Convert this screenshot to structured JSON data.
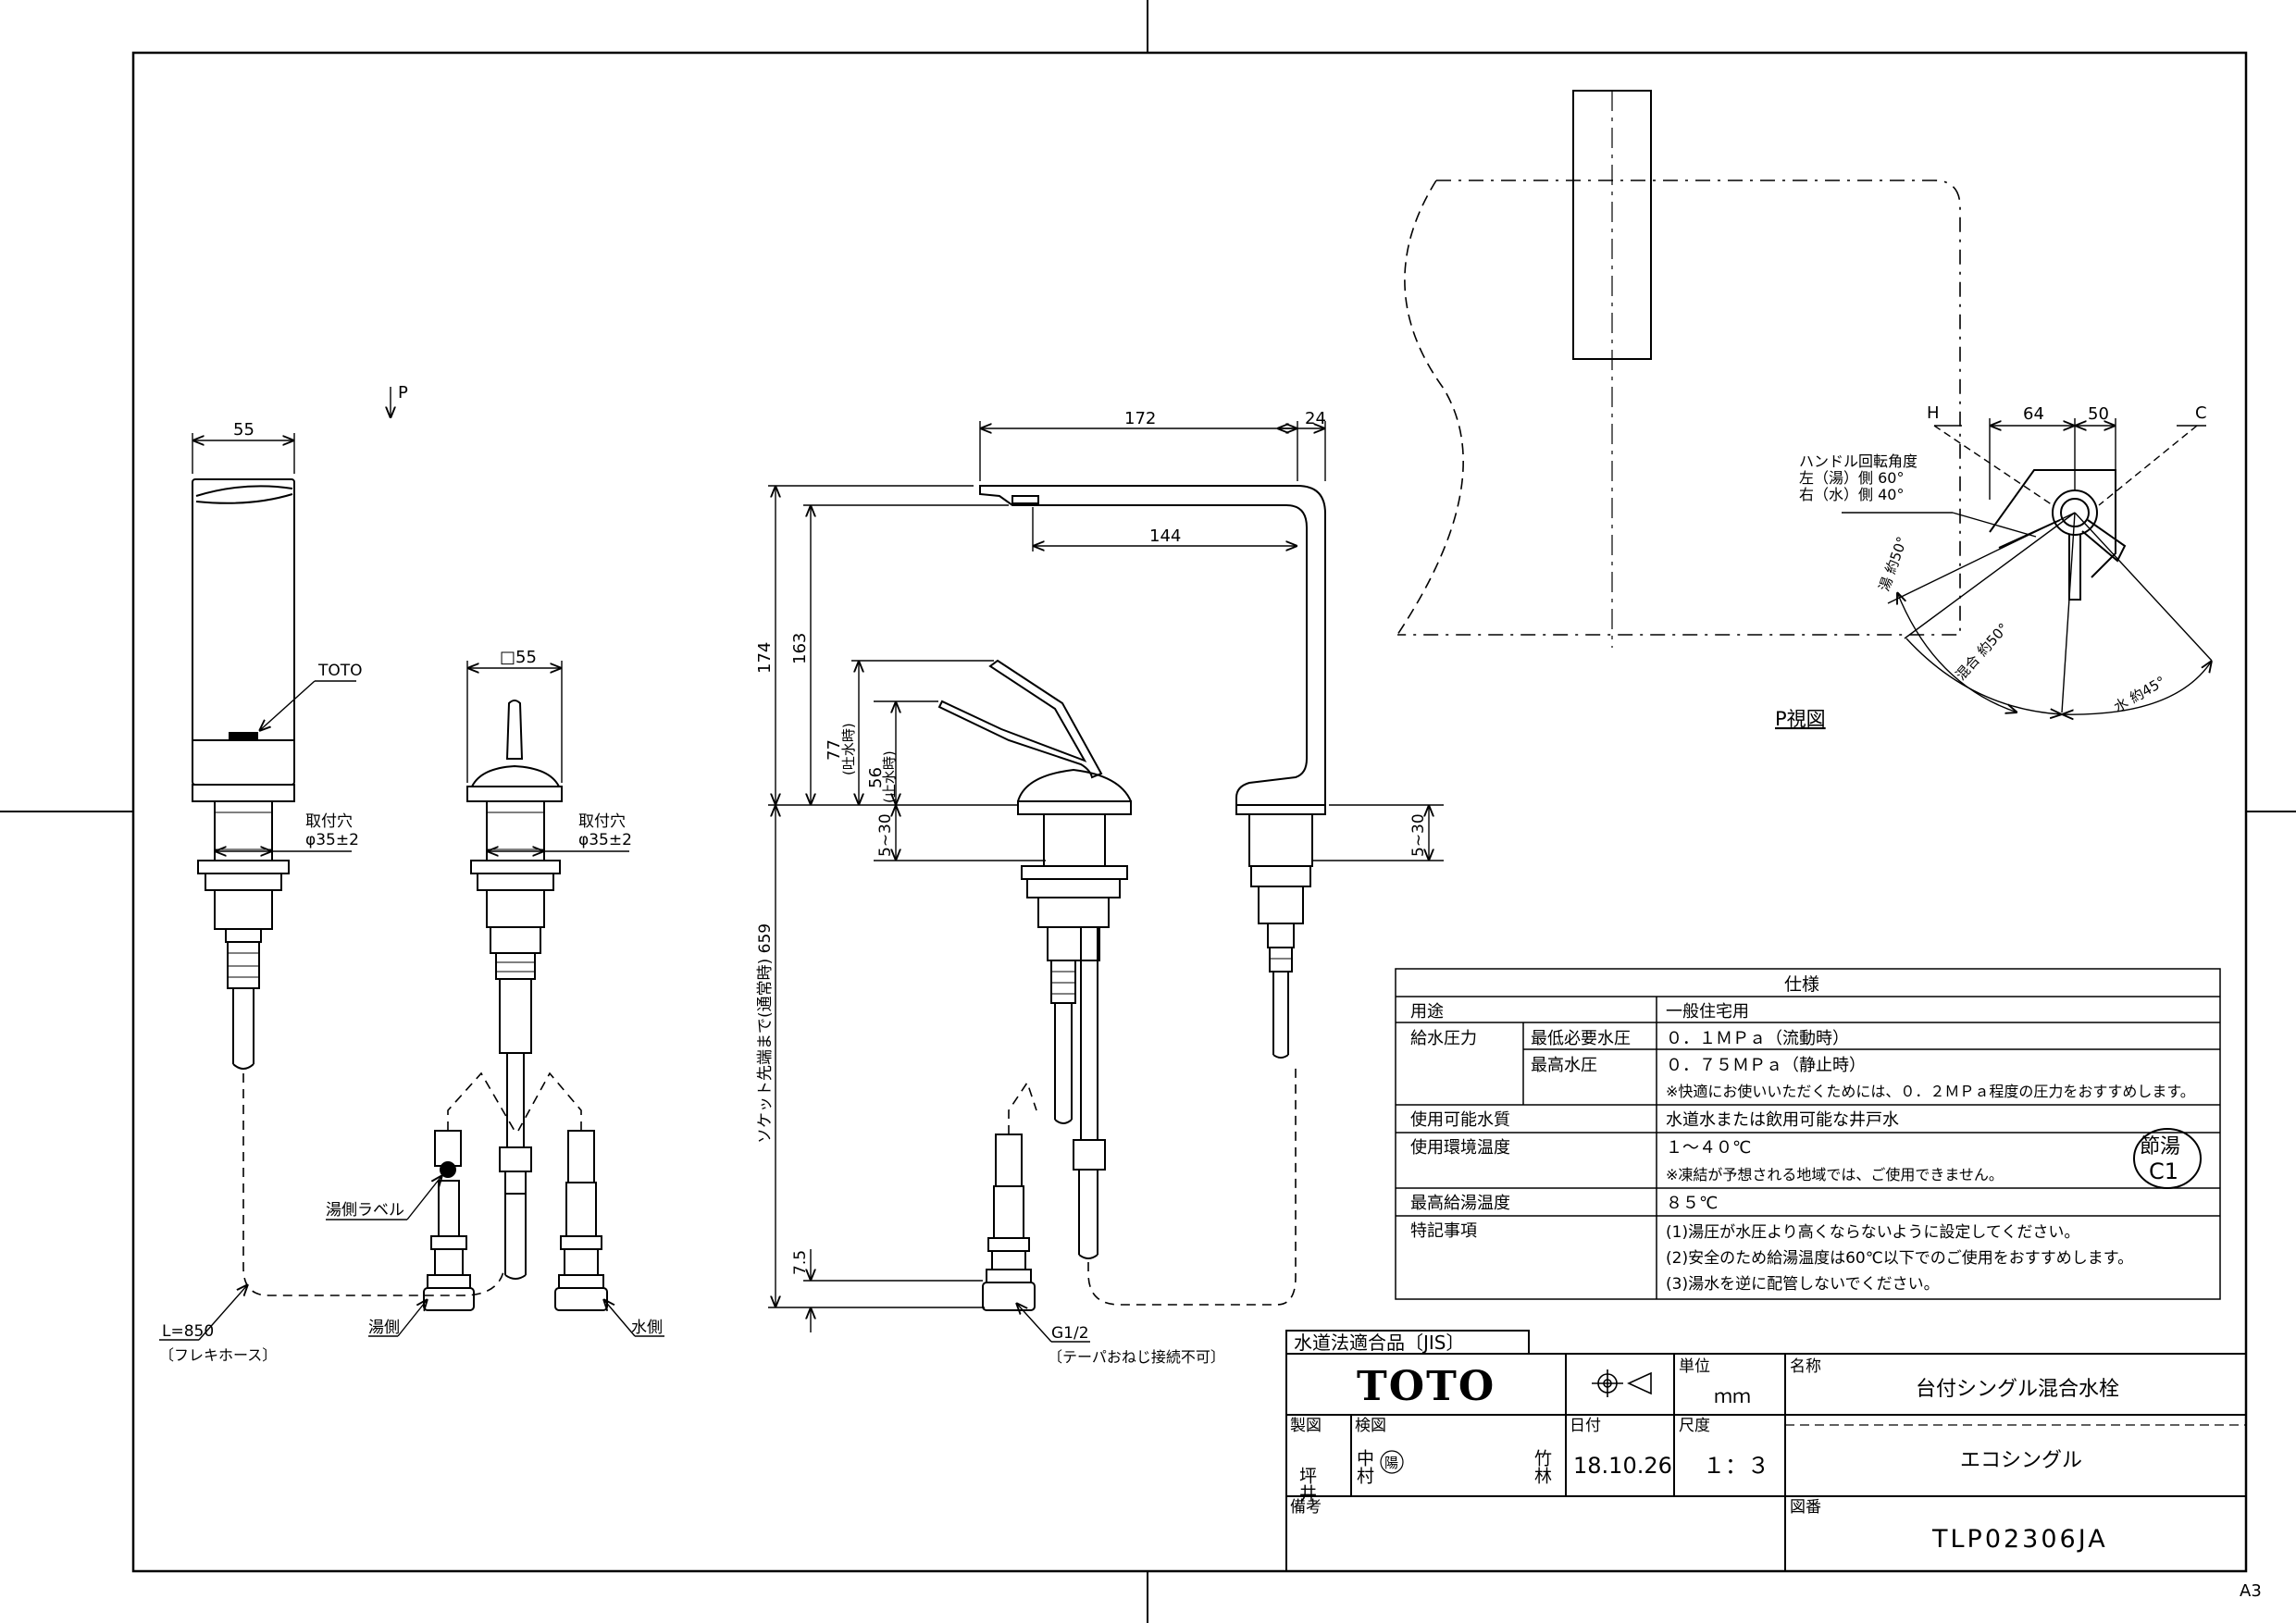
{
  "sheet_size": "A3",
  "view_label": "P",
  "view_title": "P視図",
  "dims": {
    "d55": "55",
    "d_sq55": "□55",
    "d172": "172",
    "d24": "24",
    "d144": "144",
    "d174": "174",
    "d163": "163",
    "d77": "77",
    "d77_note": "(吐水時)",
    "d56": "56",
    "d56_note": "(止水時)",
    "d5_30": "5~30",
    "d659": "ソケット先端まで(通常時) 659",
    "d7_5": "7.5",
    "d64": "64",
    "d50": "50"
  },
  "labels": {
    "toto_small": "TOTO",
    "mount_hole_1": "取付穴",
    "mount_hole_2": "φ35±2",
    "hot_label": "湯側ラベル",
    "hose_len": "L=850",
    "hose_name": "〔フレキホース〕",
    "hot_side": "湯側",
    "cold_side": "水側",
    "thread": "G1/2",
    "thread_note": "〔テーパおねじ接続不可〕",
    "H": "H",
    "C": "C",
    "rot_1": "ハンドル回転角度",
    "rot_2": "左（湯）側 60°",
    "rot_3": "右（水）側 40°",
    "hot_angle": "湯 約50°",
    "mix_angle": "混合 約50°",
    "cold_angle": "水 約45°",
    "setu_1": "節湯",
    "setu_2": "C1"
  },
  "spec": {
    "header": "仕様",
    "rows": [
      {
        "label": "用途",
        "sub": "",
        "value": "一般住宅用"
      },
      {
        "label": "給水圧力",
        "sub": "最低必要水圧",
        "value": "０．１ＭＰａ（流動時）"
      },
      {
        "label": "",
        "sub": "最高水圧",
        "value": "０．７５ＭＰａ（静止時）"
      },
      {
        "label": "",
        "sub": "",
        "value": "※快適にお使いいただくためには、０．２ＭＰａ程度の圧力をおすすめします。"
      },
      {
        "label": "使用可能水質",
        "sub": "",
        "value": "水道水または飲用可能な井戸水"
      },
      {
        "label": "使用環境温度",
        "sub": "",
        "value": "１～４０℃"
      },
      {
        "label": "",
        "sub": "",
        "value": "※凍結が予想される地域では、ご使用できません。"
      },
      {
        "label": "最高給湯温度",
        "sub": "",
        "value": "８５℃"
      },
      {
        "label": "特記事項",
        "sub": "",
        "value": "(1)湯圧が水圧より高くならないように設定してください。"
      },
      {
        "label": "",
        "sub": "",
        "value": "(2)安全のため給湯温度は60℃以下でのご使用をおすすめします。"
      },
      {
        "label": "",
        "sub": "",
        "value": "(3)湯水を逆に配管しないでください。"
      }
    ]
  },
  "title_block": {
    "jis": "水道法適合品〔JIS〕",
    "brand": "TOTO",
    "unit_label": "単位",
    "unit": "ｍｍ",
    "name_label": "名称",
    "name": "台付シングル混合水栓",
    "subname": "エコシングル",
    "drawn_label": "製図",
    "drawn_by": "坪井",
    "checked_label": "検図",
    "checked_by": "中村",
    "checked_stamp": "陽",
    "approved_by": "竹林",
    "date_label": "日付",
    "date": "18.10.26",
    "scale_label": "尺度",
    "scale": "１：３",
    "remarks_label": "備考",
    "drawing_no_label": "図番",
    "drawing_no": "TLP02306JA"
  }
}
